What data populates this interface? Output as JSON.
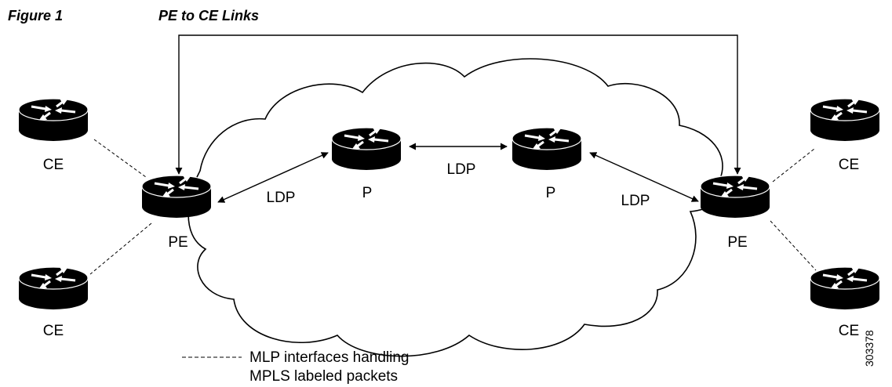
{
  "figure": {
    "number": "Figure 1",
    "title": "PE to CE Links"
  },
  "nodes": {
    "ce_top_left": "CE",
    "ce_bottom_left": "CE",
    "pe_left": "PE",
    "p_left": "P",
    "p_right": "P",
    "pe_right": "PE",
    "ce_top_right": "CE",
    "ce_bottom_right": "CE"
  },
  "links": {
    "pe_left_to_p_left": "LDP",
    "p_left_to_p_right": "LDP",
    "p_right_to_pe_right": "LDP"
  },
  "legend": {
    "line1": "MLP interfaces handling",
    "line2": "MPLS labeled packets"
  },
  "figure_id": "303378",
  "icons": [
    "router-icon"
  ],
  "colors": {
    "router_body": "#000000",
    "router_arrows": "#ffffff",
    "line": "#000000"
  }
}
